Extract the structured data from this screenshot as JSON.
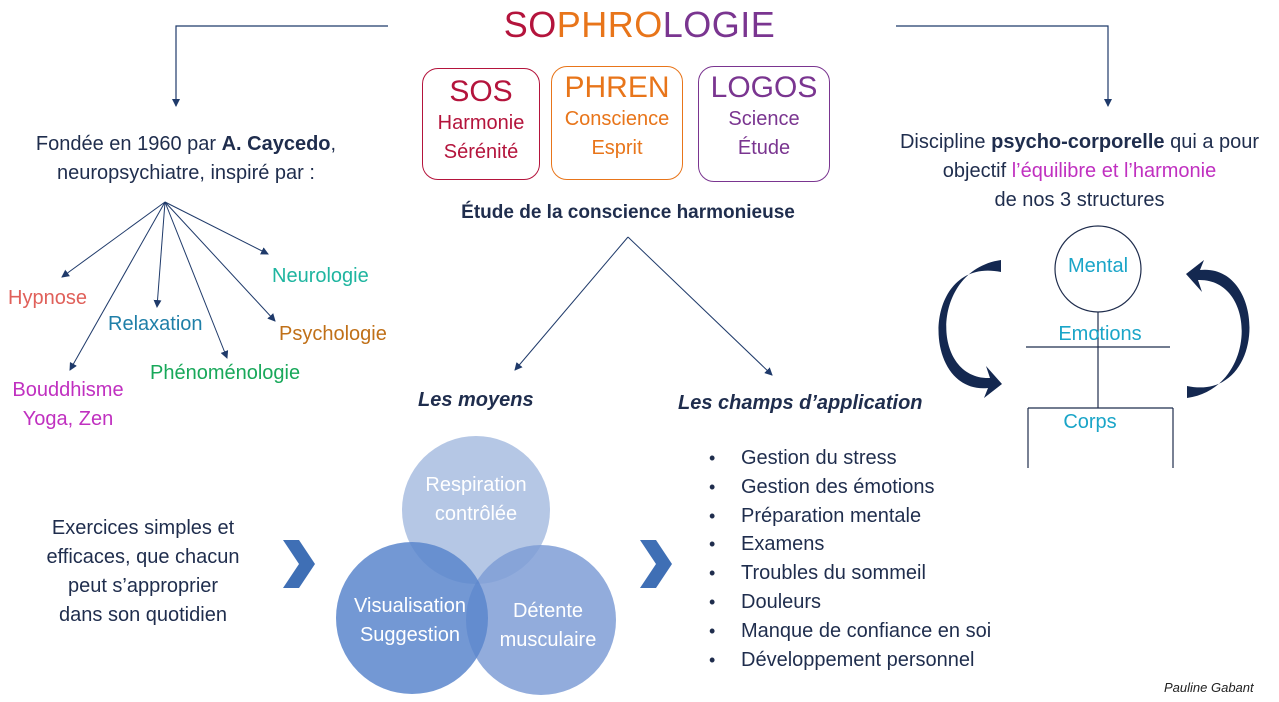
{
  "title": {
    "parts": [
      {
        "text": "SO",
        "color": "#b4143c"
      },
      {
        "text": "PHRO",
        "color": "#e8751a"
      },
      {
        "text": "LOGIE",
        "color": "#7a3590"
      }
    ]
  },
  "etymology": [
    {
      "head": "SOS",
      "line1": "Harmonie",
      "line2": "Sérénité",
      "color": "#b4143c"
    },
    {
      "head": "PHREN",
      "line1": "Conscience",
      "line2": "Esprit",
      "color": "#e8751a"
    },
    {
      "head": "LOGOS",
      "line1": "Science",
      "line2": "Étude",
      "color": "#7a3590"
    }
  ],
  "definition": "Étude de la conscience harmonieuse",
  "founder": {
    "prefix": "Fondée en 1960 par ",
    "name": "A. Caycedo",
    "suffix": ",",
    "line2": "neuropsychiatre, inspiré par :"
  },
  "influences": [
    {
      "label": "Hypnose",
      "color": "#e0605a"
    },
    {
      "label": "Relaxation",
      "color": "#1f7fa8"
    },
    {
      "label": "Phénoménologie",
      "color": "#18a85a"
    },
    {
      "label": "Neurologie",
      "color": "#1fb5a0"
    },
    {
      "label": "Psychologie",
      "color": "#c07018"
    },
    {
      "label": "Bouddhisme",
      "color": "#c030c0"
    },
    {
      "label": "Yoga, Zen",
      "color": "#c030c0"
    }
  ],
  "discipline": {
    "line1_prefix": "Discipline ",
    "line1_bold": "psycho-corporelle",
    "line1_suffix": " qui a pour",
    "line2_prefix": "objectif ",
    "line2_highlight": "l’équilibre et l’harmonie",
    "line3": "de nos 3 structures",
    "highlight_color": "#c030c0"
  },
  "structures": {
    "mental": "Mental",
    "emotions": "Emotions",
    "corps": "Corps",
    "color": "#1aa5c8"
  },
  "means": {
    "heading": "Les moyens",
    "circles": [
      {
        "line1": "Respiration",
        "line2": "contrôlée"
      },
      {
        "line1": "Visualisation",
        "line2": "Suggestion"
      },
      {
        "line1": "Détente",
        "line2": "musculaire"
      }
    ]
  },
  "exercises": {
    "lines": [
      "Exercices simples et",
      "efficaces, que chacun",
      "peut s’approprier",
      "dans son quotidien"
    ]
  },
  "applications": {
    "heading": "Les champs d’application",
    "items": [
      "Gestion du stress",
      "Gestion des émotions",
      "Préparation mentale",
      "Examens",
      "Troubles du sommeil",
      "Douleurs",
      "Manque de confiance en soi",
      "Développement personnel"
    ]
  },
  "credit": "Pauline Gabant",
  "colors": {
    "navy": "#1f2d4d",
    "arrow": "#3f6fb5",
    "venn_light": "#a8bde0",
    "venn_mid": "#5a86cc",
    "cycle": "#142850"
  }
}
